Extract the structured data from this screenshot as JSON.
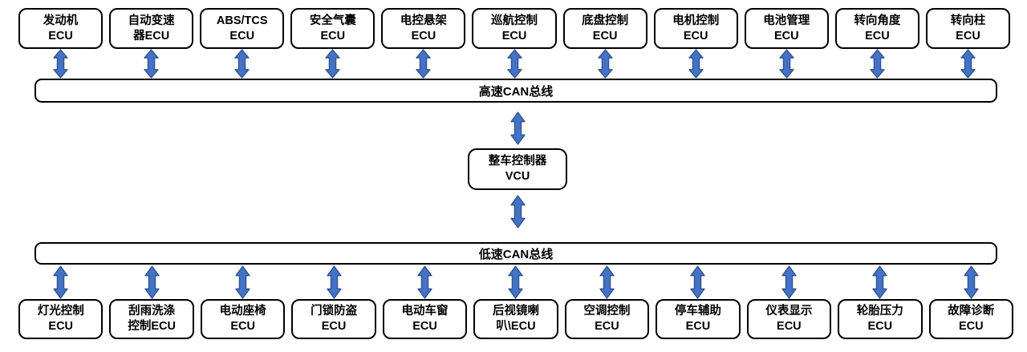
{
  "buses": {
    "high_speed": {
      "label": "高速CAN总线"
    },
    "low_speed": {
      "label": "低速CAN总线"
    }
  },
  "vcu": {
    "lines": [
      "整车控制器",
      "VCU"
    ]
  },
  "top_row": [
    {
      "id": "engine-ecu",
      "lines": [
        "发动机",
        "ECU"
      ]
    },
    {
      "id": "auto-transmission-ecu",
      "lines": [
        "自动变速",
        "器ECU"
      ]
    },
    {
      "id": "abs-tcs-ecu",
      "lines": [
        "ABS/TCS",
        "ECU"
      ]
    },
    {
      "id": "airbag-ecu",
      "lines": [
        "安全气囊",
        "ECU"
      ]
    },
    {
      "id": "electronic-suspension-ecu",
      "lines": [
        "电控悬架",
        "ECU"
      ]
    },
    {
      "id": "cruise-control-ecu",
      "lines": [
        "巡航控制",
        "ECU"
      ]
    },
    {
      "id": "chassis-control-ecu",
      "lines": [
        "底盘控制",
        "ECU"
      ]
    },
    {
      "id": "motor-control-ecu",
      "lines": [
        "电机控制",
        "ECU"
      ]
    },
    {
      "id": "battery-management-ecu",
      "lines": [
        "电池管理",
        "ECU"
      ]
    },
    {
      "id": "steering-angle-ecu",
      "lines": [
        "转向角度",
        "ECU"
      ]
    },
    {
      "id": "steering-column-ecu",
      "lines": [
        "转向柱",
        "ECU"
      ]
    }
  ],
  "bottom_row": [
    {
      "id": "lighting-control-ecu",
      "lines": [
        "灯光控制",
        "ECU"
      ]
    },
    {
      "id": "wiper-washer-control-ecu",
      "lines": [
        "刮雨洗涤",
        "控制ECU"
      ]
    },
    {
      "id": "power-seat-ecu",
      "lines": [
        "电动座椅",
        "ECU"
      ]
    },
    {
      "id": "door-lock-antitheft-ecu",
      "lines": [
        "门锁防盗",
        "ECU"
      ]
    },
    {
      "id": "power-window-ecu",
      "lines": [
        "电动车窗",
        "ECU"
      ]
    },
    {
      "id": "mirror-horn-ecu",
      "lines": [
        "后视镜喇",
        "叭\\ECU"
      ]
    },
    {
      "id": "ac-control-ecu",
      "lines": [
        "空调控制",
        "ECU"
      ]
    },
    {
      "id": "parking-assist-ecu",
      "lines": [
        "停车辅助",
        "ECU"
      ]
    },
    {
      "id": "instrument-display-ecu",
      "lines": [
        "仪表显示",
        "ECU"
      ]
    },
    {
      "id": "tire-pressure-ecu",
      "lines": [
        "轮胎压力",
        "ECU"
      ]
    },
    {
      "id": "fault-diagnosis-ecu",
      "lines": [
        "故障诊断",
        "ECU"
      ]
    }
  ],
  "icons": {
    "bus_connector": "double-vertical-arrow"
  },
  "colors": {
    "arrow_fill": "#4472C4",
    "arrow_border": "#2F528F",
    "box_border": "#000000",
    "background": "#FFFFFF"
  }
}
